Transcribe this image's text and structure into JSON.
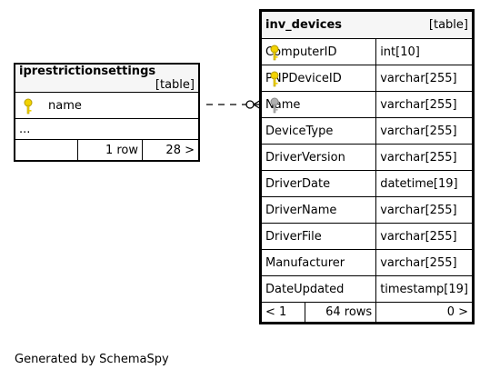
{
  "tables": {
    "iprestrictionsettings": {
      "name": "iprestrictionsettings",
      "type_label": "[table]",
      "columns": [
        {
          "name": "name",
          "key": "primary"
        }
      ],
      "ellipsis": "...",
      "rows": "1 row",
      "children": "28 >"
    },
    "inv_devices": {
      "name": "inv_devices",
      "type_label": "[table]",
      "columns": [
        {
          "name": "ComputerID",
          "type": "int[10]",
          "key": "primary"
        },
        {
          "name": "PNPDeviceID",
          "type": "varchar[255]",
          "key": "primary"
        },
        {
          "name": "Name",
          "type": "varchar[255]",
          "key": "foreign"
        },
        {
          "name": "DeviceType",
          "type": "varchar[255]",
          "key": "none"
        },
        {
          "name": "DriverVersion",
          "type": "varchar[255]",
          "key": "none"
        },
        {
          "name": "DriverDate",
          "type": "datetime[19]",
          "key": "none"
        },
        {
          "name": "DriverName",
          "type": "varchar[255]",
          "key": "none"
        },
        {
          "name": "DriverFile",
          "type": "varchar[255]",
          "key": "none"
        },
        {
          "name": "Manufacturer",
          "type": "varchar[255]",
          "key": "none"
        },
        {
          "name": "DateUpdated",
          "type": "timestamp[19]",
          "key": "none"
        }
      ],
      "parents": "< 1",
      "rows": "64 rows",
      "children": "0 >"
    }
  },
  "footer": {
    "generated": "Generated by SchemaSpy"
  },
  "colors": {
    "primary_key": "#f2d200",
    "foreign_key": "#b0b0b0",
    "header_bg": "#f6f6f6"
  }
}
